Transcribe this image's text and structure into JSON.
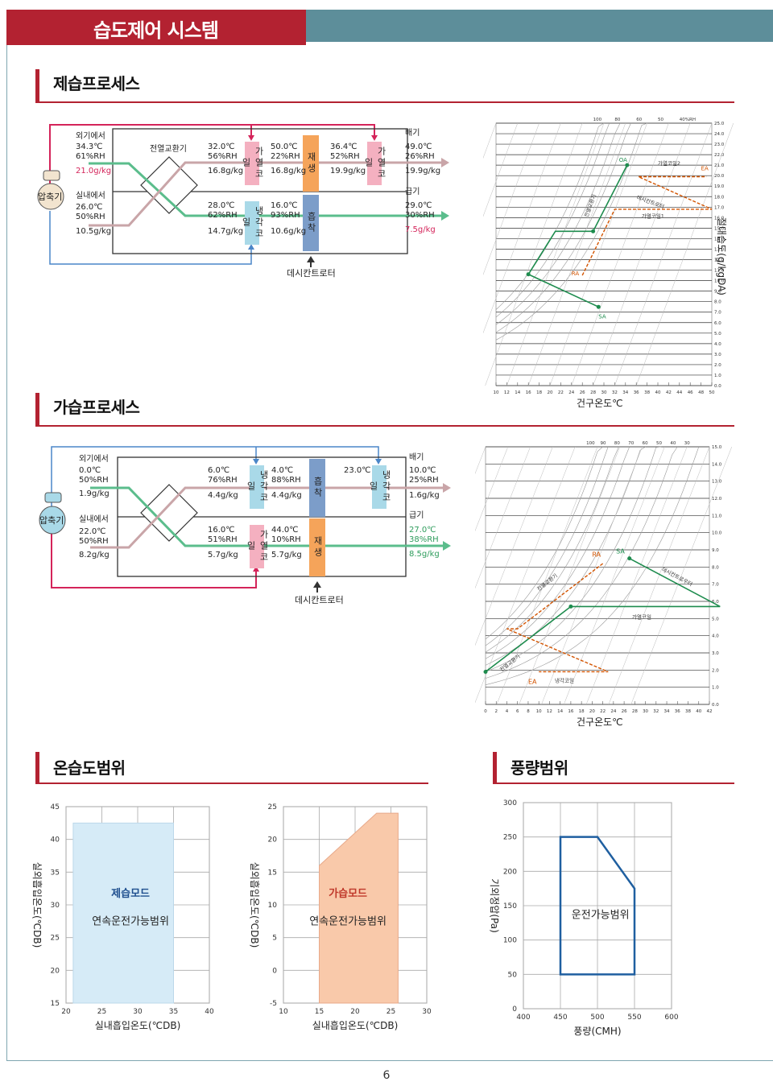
{
  "header": {
    "title": "습도제어 시스템"
  },
  "page_number": "6",
  "dehum": {
    "title": "제습프로세스",
    "oa_label": "외기에서",
    "oa_temp": "34.3℃",
    "oa_rh": "61%RH",
    "oa_abs": "21.0g/kg",
    "ra_label": "실내에서",
    "ra_temp": "26.0℃",
    "ra_rh": "50%RH",
    "ra_abs": "10.5g/kg",
    "compressor": "압축기",
    "hx": "전열교환기",
    "p1_temp": "32.0℃",
    "p1_rh": "56%RH",
    "p1_abs": "16.8g/kg",
    "p2_temp": "50.0℃",
    "p2_rh": "22%RH",
    "p2_abs": "16.8g/kg",
    "p3_temp": "36.4℃",
    "p3_rh": "52%RH",
    "p3_abs": "19.9g/kg",
    "p4_temp": "28.0℃",
    "p4_rh": "62%RH",
    "p4_abs": "14.7g/kg",
    "p5_temp": "16.0℃",
    "p5_rh": "93%RH",
    "p5_abs": "10.6g/kg",
    "ex_label": "배기",
    "ex_temp": "49.0℃",
    "ex_rh": "26%RH",
    "ex_abs": "19.9g/kg",
    "sa_label": "급기",
    "sa_temp": "29.0℃",
    "sa_rh": "30%RH",
    "sa_abs": "7.5g/kg",
    "coil_heat": "가열코일",
    "coil_cool": "냉각코일",
    "regen": "재생",
    "adsorb": "흡착",
    "rotor": "데시칸트로터",
    "chart_oa": "OA",
    "chart_ea": "EA",
    "chart_ra": "RA",
    "chart_sa": "SA",
    "chart_heat2": "가열코일2",
    "chart_heat1": "가열코일1",
    "chart_rotor": "데시칸트로터",
    "chart_hx": "전열교환기",
    "chart_xlabel": "건구온도℃",
    "chart_ylabel": "절대습도(g/kgDA)",
    "rh_labels": [
      "100",
      "80",
      "60",
      "50",
      "40%RH"
    ],
    "x_ticks": [
      "10",
      "12",
      "14",
      "16",
      "18",
      "20",
      "22",
      "24",
      "26",
      "28",
      "30",
      "32",
      "34",
      "36",
      "38",
      "40",
      "42",
      "44",
      "46",
      "48",
      "50"
    ],
    "y_ticks": [
      "25.0",
      "24.0",
      "23.0",
      "22.0",
      "21.0",
      "20.0",
      "19.0",
      "18.0",
      "17.0",
      "16.0",
      "15.0",
      "14.0",
      "13.0",
      "12.0",
      "11.0",
      "10.0",
      "9.0",
      "8.0",
      "7.0",
      "6.0",
      "5.0",
      "4.0",
      "3.0",
      "2.0",
      "1.0",
      "0.0"
    ]
  },
  "hum": {
    "title": "가습프로세스",
    "oa_label": "외기에서",
    "oa_temp": "0.0℃",
    "oa_rh": "50%RH",
    "oa_abs": "1.9g/kg",
    "ra_label": "실내에서",
    "ra_temp": "22.0℃",
    "ra_rh": "50%RH",
    "ra_abs": "8.2g/kg",
    "compressor": "압축기",
    "p1_temp": "6.0℃",
    "p1_rh": "76%RH",
    "p1_abs": "4.4g/kg",
    "p2_temp": "4.0℃",
    "p2_rh": "88%RH",
    "p2_abs": "4.4g/kg",
    "p3_temp": "23.0℃",
    "p4_temp": "16.0℃",
    "p4_rh": "51%RH",
    "p4_abs": "5.7g/kg",
    "p5_temp": "44.0℃",
    "p5_rh": "10%RH",
    "p5_abs": "5.7g/kg",
    "ex_label": "배기",
    "ex_temp": "10.0℃",
    "ex_rh": "25%RH",
    "ex_abs": "1.6g/kg",
    "sa_label": "급기",
    "sa_temp": "27.0℃",
    "sa_rh": "38%RH",
    "sa_abs": "8.5g/kg",
    "coil_heat": "가열코일",
    "coil_cool": "냉각코일",
    "regen": "재생",
    "adsorb": "흡착",
    "rotor": "데시칸트로터",
    "chart_ra": "RA",
    "chart_sa": "SA",
    "chart_ea": "EA",
    "chart_rotor": "데시칸트로우터",
    "chart_heat": "가열코일",
    "chart_cool": "냉각코일",
    "chart_hx": "전열교환기",
    "chart_xlabel": "건구온도℃",
    "rh_labels": [
      "100",
      "90",
      "80",
      "70",
      "60",
      "50",
      "40",
      "30"
    ],
    "x_ticks": [
      "0",
      "2",
      "4",
      "6",
      "8",
      "10",
      "12",
      "14",
      "16",
      "18",
      "20",
      "22",
      "24",
      "26",
      "28",
      "30",
      "32",
      "34",
      "36",
      "38",
      "40",
      "42"
    ],
    "y_ticks": [
      "15.0",
      "14.0",
      "13.0",
      "12.0",
      "11.0",
      "10.0",
      "9.0",
      "8.0",
      "7.0",
      "6.0",
      "5.0",
      "4.0",
      "3.0",
      "2.0",
      "1.0",
      "0.0"
    ]
  },
  "range": {
    "title": "온습도범위",
    "flow_title": "풍량범위"
  },
  "chart_data": [
    {
      "type": "area",
      "title": "",
      "xlabel": "실내흡입온도(℃DB)",
      "ylabel": "실외흡입온도(℃DB)",
      "xlim": [
        20,
        40
      ],
      "ylim": [
        15,
        45
      ],
      "x_ticks": [
        "20",
        "25",
        "30",
        "35",
        "40"
      ],
      "y_ticks": [
        "45",
        "40",
        "35",
        "30",
        "25",
        "20",
        "15"
      ],
      "region": {
        "x": [
          21,
          35,
          35,
          21
        ],
        "y": [
          15,
          15,
          42.5,
          42.5
        ]
      },
      "mode_label": "제습모드",
      "region_label": "연속운전가능범위",
      "color": "#d6ebf7"
    },
    {
      "type": "area",
      "title": "",
      "xlabel": "실내흡입온도(℃DB)",
      "ylabel": "실외흡입온도(℃DB)",
      "xlim": [
        10,
        30
      ],
      "ylim": [
        -5,
        25
      ],
      "x_ticks": [
        "10",
        "15",
        "20",
        "25",
        "30"
      ],
      "y_ticks": [
        "25",
        "20",
        "15",
        "10",
        "5",
        "0",
        "-5"
      ],
      "region": {
        "x": [
          15,
          26,
          26,
          23,
          15
        ],
        "y": [
          -5,
          -5,
          24,
          24,
          16
        ]
      },
      "mode_label": "가습모드",
      "region_label": "연속운전가능범위",
      "color": "#f9c9aa"
    },
    {
      "type": "area",
      "title": "",
      "xlabel": "풍량(CMH)",
      "ylabel": "기외정압(Pa)",
      "xlim": [
        400,
        600
      ],
      "ylim": [
        0,
        300
      ],
      "x_ticks": [
        "400",
        "450",
        "500",
        "550",
        "600"
      ],
      "y_ticks": [
        "300",
        "250",
        "200",
        "150",
        "100",
        "50",
        "0"
      ],
      "region": {
        "x": [
          450,
          500,
          550,
          550,
          450
        ],
        "y": [
          250,
          250,
          175,
          50,
          50
        ]
      },
      "region_label": "운전가능범위",
      "color": "#1f5fa0"
    }
  ]
}
